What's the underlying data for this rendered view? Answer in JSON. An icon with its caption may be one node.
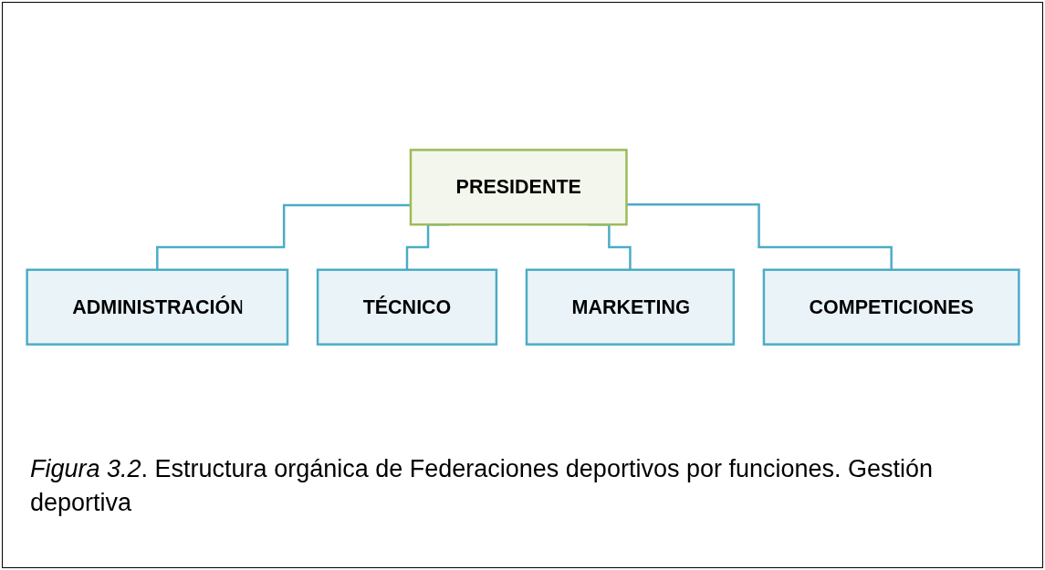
{
  "diagram": {
    "caption": "*Figura 3.2*. Estructura orgánica de Federaciones deportivos por funciones. Gestión deportiva",
    "nodes": [
      {
        "text": [
          "PRESIDENTE"
        ]
      },
      {
        "text": [
          "ADMINISTRACIÓN"
        ]
      },
      {
        "text": [
          "TÉCNICO"
        ]
      },
      {
        "text": [
          "MARKETING"
        ]
      },
      {
        "text": [
          "COMPETICIONES"
        ]
      }
    ],
    "edges": [
      {
        "from": 0,
        "to": 1,
        "arrow": "none"
      },
      {
        "from": 0,
        "to": 2,
        "arrow": "none"
      },
      {
        "from": 0,
        "to": 3,
        "arrow": "none"
      },
      {
        "from": 0,
        "to": 4,
        "arrow": "none"
      }
    ]
  }
}
